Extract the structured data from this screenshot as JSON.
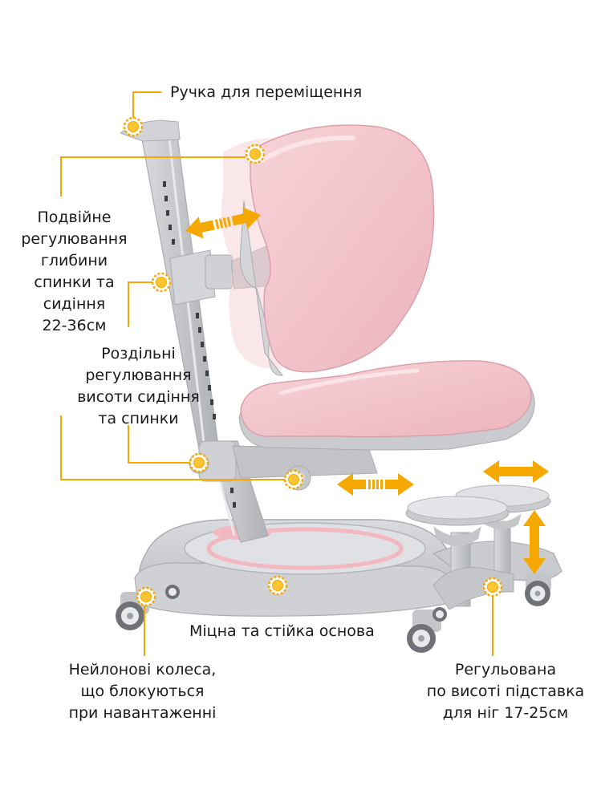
{
  "colors": {
    "callout": "#f5a800",
    "marker_center": "#fbc531",
    "upholstery": "#f4c9cf",
    "frame": "#c9cbce",
    "frame_dark": "#a9acb0",
    "base_ring": "#f2b7c0"
  },
  "icons": [
    "sun-marker-icon",
    "double-arrow-icon",
    "caster-wheel-icon"
  ],
  "callouts": {
    "handle": {
      "lines": [
        "Ручка для переміщення"
      ]
    },
    "depth": {
      "lines": [
        "Подвійне",
        "регулювання",
        "глибини",
        "спинки та",
        "сидіння",
        "22-36см"
      ]
    },
    "height": {
      "lines": [
        "Роздільні",
        "регулювання",
        "висоти сидіння",
        "та спинки"
      ]
    },
    "base": {
      "lines": [
        "Міцна та стійка основа"
      ]
    },
    "wheels": {
      "lines": [
        "Нейлонові колеса,",
        "що блокуються",
        "при навантаженні"
      ]
    },
    "footrest": {
      "lines": [
        "Регульована",
        "по висоті підставка",
        "для ніг 17-25см"
      ]
    }
  }
}
